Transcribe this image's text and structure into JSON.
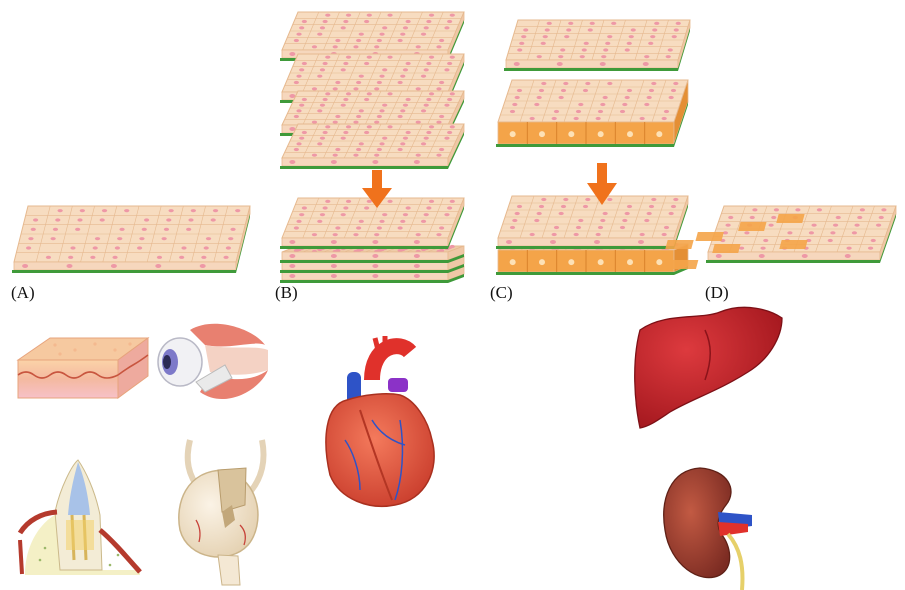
{
  "labels": {
    "a": "(A)",
    "b": "(B)",
    "c": "(C)",
    "d": "(D)"
  },
  "colors": {
    "cell_top": "#f7dcc0",
    "cell_grid": "#e6b98f",
    "nucleus": "#ee98a6",
    "membrane": "#3f9a3a",
    "arrow": "#f0721c",
    "cuboidal_cell": "#f4a449",
    "heart": "#e8553f",
    "liver": "#c0222a",
    "kidney": "#9c3f30"
  },
  "icons": [
    "cell-sheet",
    "sheet-stack",
    "down-arrow",
    "cuboidal-layer",
    "patterned-sheet",
    "skin-icon",
    "eye-icon",
    "tooth-icon",
    "bladder-icon",
    "heart-icon",
    "liver-icon",
    "kidney-icon"
  ]
}
